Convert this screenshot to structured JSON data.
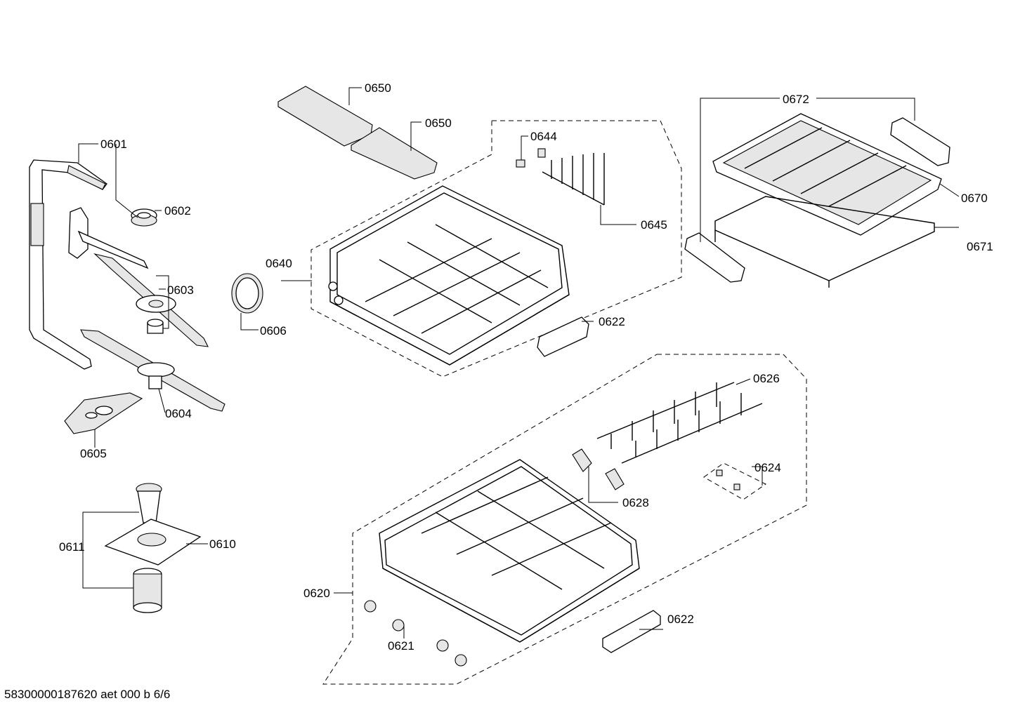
{
  "document_id": "58300000187620 aet 000 b 6/6",
  "labels": {
    "l0601": "0601",
    "l0602": "0602",
    "l0603": "0603",
    "l0604": "0604",
    "l0605": "0605",
    "l0606": "0606",
    "l0610": "0610",
    "l0611": "0611",
    "l0620": "0620",
    "l0621": "0621",
    "l0622a": "0622",
    "l0622b": "0622",
    "l0624": "0624",
    "l0626": "0626",
    "l0628": "0628",
    "l0640": "0640",
    "l0644": "0644",
    "l0645": "0645",
    "l0650a": "0650",
    "l0650b": "0650",
    "l0670": "0670",
    "l0671": "0671",
    "l0672": "0672"
  }
}
